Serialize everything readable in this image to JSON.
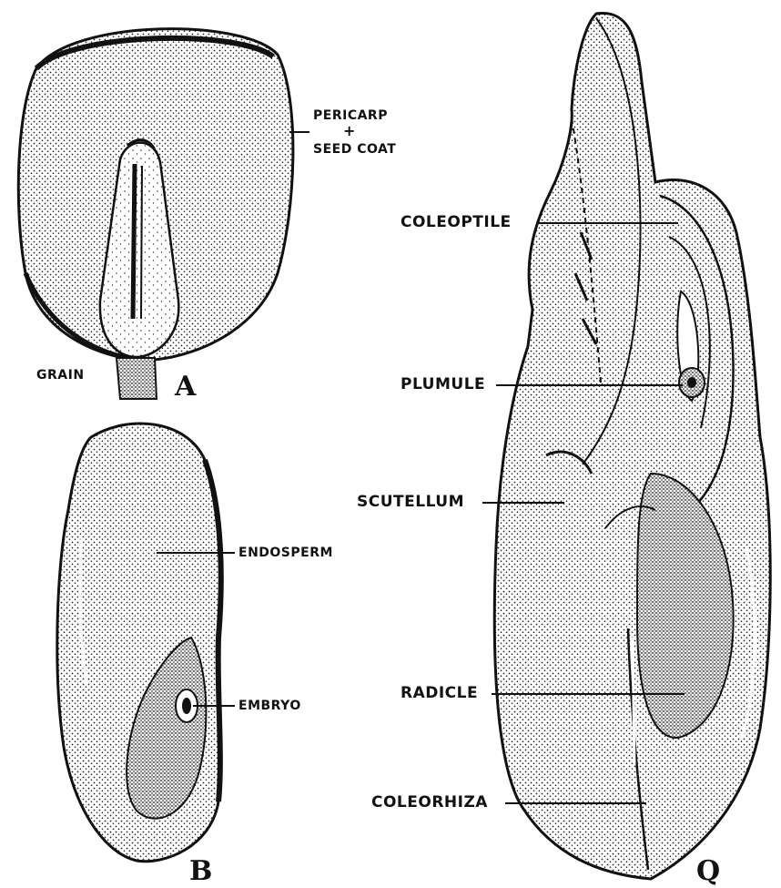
{
  "panels": {
    "a": {
      "letter": "A",
      "labels": {
        "grain": "GRAIN",
        "pericarp": "PERICARP",
        "plus": "+",
        "seed_coat": "SEED COAT"
      }
    },
    "b": {
      "letter": "B",
      "labels": {
        "endosperm": "ENDOSPERM",
        "embryo": "EMBRYO"
      }
    },
    "c": {
      "letter": "Q",
      "labels": {
        "coleoptile": "COLEOPTILE",
        "plumule": "PLUMULE",
        "scutellum": "SCUTELLUM",
        "radicle": "RADICLE",
        "coleorhiza": "COLEORHIZA"
      }
    }
  },
  "colors": {
    "ink": "#111111",
    "fill": "#bdbdbd",
    "paper": "#ffffff"
  }
}
